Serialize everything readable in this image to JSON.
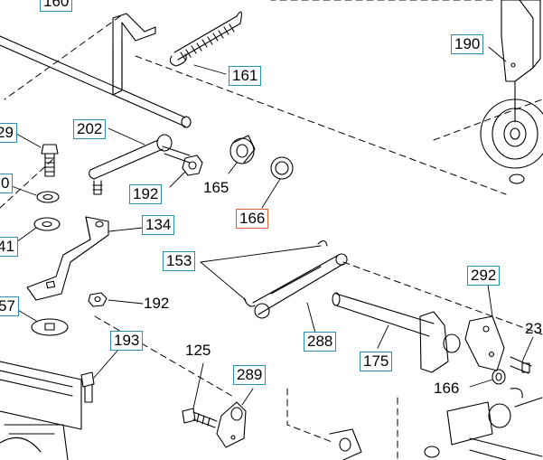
{
  "diagram": {
    "colors": {
      "line": "#000000",
      "callout_box": "#2a8fb0",
      "highlight_box": "#d9603c",
      "background": "#ffffff"
    },
    "callouts": {
      "c160": "160",
      "c161": "161",
      "c190": "190",
      "c29": "29",
      "c202": "202",
      "c192a": "192",
      "c165": "165",
      "c166a": "166",
      "c0": "0",
      "c41": "41",
      "c134": "134",
      "c153": "153",
      "c57": "57",
      "c192b": "192",
      "c292": "292",
      "c23": "23",
      "c193": "193",
      "c125": "125",
      "c288": "288",
      "c175": "175",
      "c166b": "166",
      "c289": "289"
    }
  }
}
